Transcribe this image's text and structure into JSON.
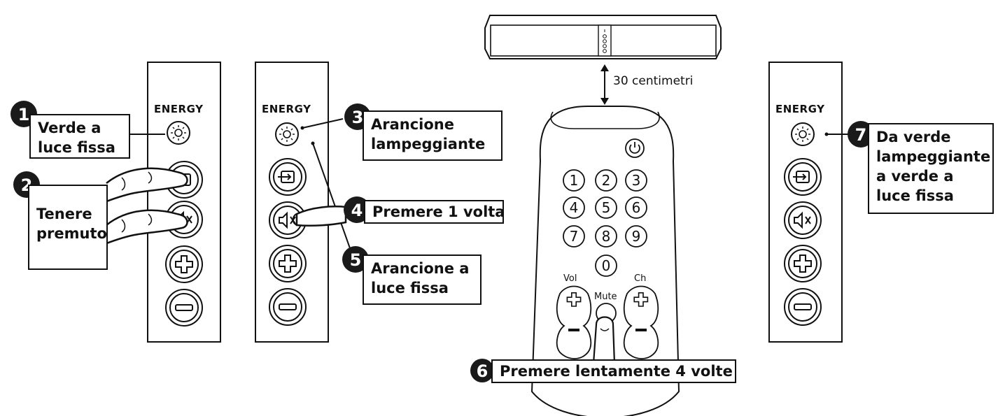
{
  "brand": "ENERGY",
  "distance_label": "30 centimetri",
  "steps": [
    {
      "number": "1",
      "text": "Verde a\nluce fissa"
    },
    {
      "number": "2",
      "text": "Tenere\npremuto"
    },
    {
      "number": "3",
      "text": "Arancione\nlampeggiante"
    },
    {
      "number": "4",
      "text": "Premere 1 volta"
    },
    {
      "number": "5",
      "text": "Arancione a\nluce fissa"
    },
    {
      "number": "6",
      "text": "Premere lentamente 4 volte"
    },
    {
      "number": "7",
      "text": "Da verde\nlampeggiante\na verde a\nluce fissa"
    }
  ],
  "remote": {
    "keys": [
      "1",
      "2",
      "3",
      "4",
      "5",
      "6",
      "7",
      "8",
      "9",
      "0"
    ],
    "vol_label": "Vol",
    "ch_label": "Ch",
    "mute_label": "Mute"
  },
  "colors": {
    "ink": "#111111",
    "badge": "#1a1a1a",
    "background": "#ffffff"
  }
}
